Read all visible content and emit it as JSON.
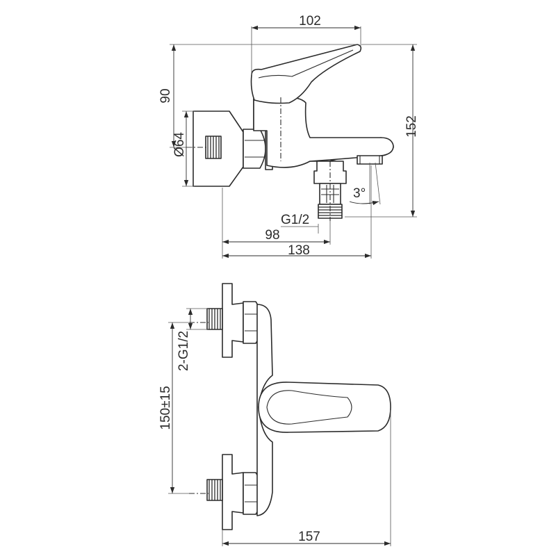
{
  "side_view": {
    "dim_top": "102",
    "dim_left_height": "90",
    "dim_flange_dia": "Ø64",
    "dim_right_height": "152",
    "dim_angle": "3°",
    "dim_thread": "G1/2",
    "dim_outlet": "98",
    "dim_overall": "138"
  },
  "top_view": {
    "dim_inlets": "2-G1/2",
    "dim_centres": "150±15",
    "dim_projection": "157"
  }
}
